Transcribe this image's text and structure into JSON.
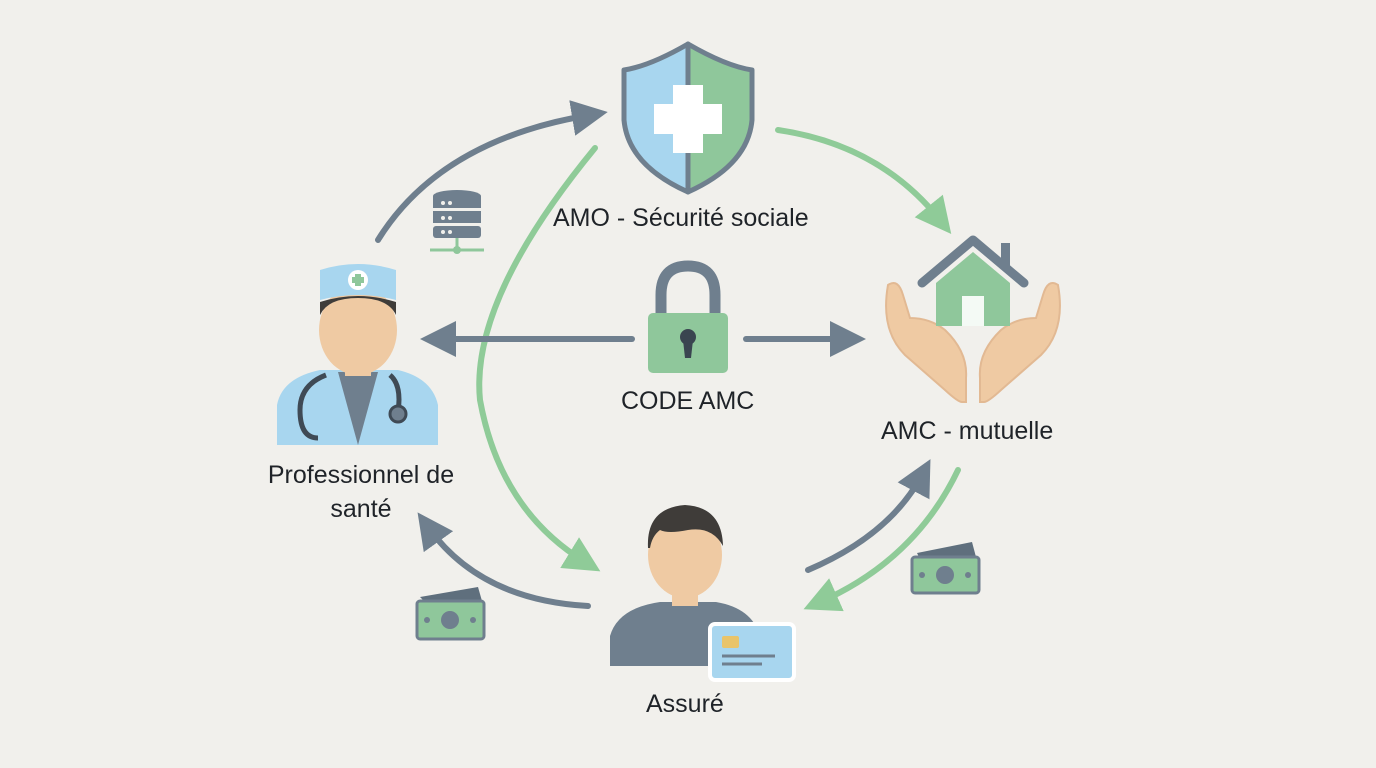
{
  "colors": {
    "background": "#f1f0ec",
    "gray_arrow": "#6f7f8e",
    "green_arrow": "#8fcb98",
    "shield_blue": "#a8d6ef",
    "shield_green": "#8fc79b",
    "lock_green": "#8fc79b",
    "skin": "#efcaa3",
    "cap_blue": "#a8d6ef"
  },
  "nodes": {
    "amo": {
      "label": "AMO - Sécurité sociale",
      "icon": "shield-cross-icon"
    },
    "amc": {
      "label": "AMC - mutuelle",
      "icon": "hands-house-icon"
    },
    "code": {
      "label": "CODE AMC",
      "icon": "padlock-icon"
    },
    "pro": {
      "label": "Professionnel de santé",
      "icon": "doctor-icon"
    },
    "assure": {
      "label": "Assuré",
      "icon": "person-icon",
      "card_icon": "carte-vitale-icon"
    }
  },
  "decor_icons": [
    "database-icon",
    "banknote-icon",
    "banknote-icon"
  ]
}
